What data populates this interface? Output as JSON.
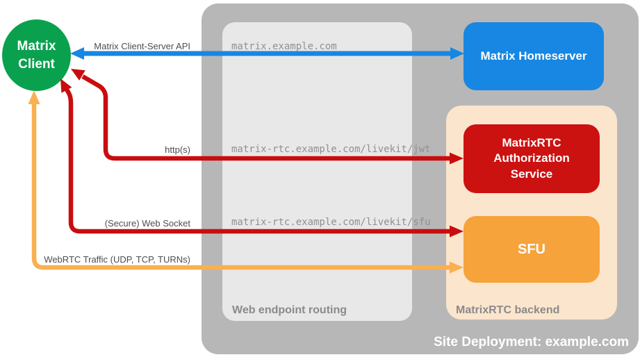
{
  "colors": {
    "container_gray": "#b7b7b7",
    "routing_gray": "#e8e8e8",
    "backend_peach": "#fce5cd",
    "client_green": "#0aa14e",
    "homeserver_blue": "#1787e3",
    "auth_red": "#cc1111",
    "sfu_orange": "#f6a33c",
    "arrow_red": "#c90d0e",
    "arrow_orange": "#f9b050",
    "label_gray": "#4d4d4d",
    "url_gray": "#909090",
    "caption_gray": "#8a8a8a",
    "white": "#ffffff"
  },
  "nodes": {
    "client": {
      "label": "Matrix\nClient"
    },
    "homeserver": {
      "label": "Matrix Homeserver"
    },
    "auth_service": {
      "label": "MatrixRTC\nAuthorization\nService"
    },
    "sfu": {
      "label": "SFU"
    }
  },
  "containers": {
    "site_deployment": {
      "caption": "Site Deployment: example.com"
    },
    "web_endpoint_routing": {
      "caption": "Web endpoint routing"
    },
    "matrixrtc_backend": {
      "caption": "MatrixRTC backend"
    }
  },
  "endpoints": {
    "homeserver": "matrix.example.com",
    "jwt": "matrix-rtc.example.com/livekit/jwt",
    "sfu": "matrix-rtc.example.com/livekit/sfu"
  },
  "arrows": {
    "client_server_api": {
      "label": "Matrix Client-Server API",
      "color": "#1787e3",
      "direction": "bidirectional",
      "from": "Matrix Client",
      "to": "Matrix Homeserver"
    },
    "https": {
      "label": "http(s)",
      "color": "#c90d0e",
      "direction": "bidirectional",
      "from": "Matrix Client",
      "to": "MatrixRTC Authorization Service"
    },
    "websocket": {
      "label": "(Secure) Web Socket",
      "color": "#c90d0e",
      "direction": "bidirectional",
      "from": "Matrix Client",
      "to": "SFU"
    },
    "webrtc": {
      "label": "WebRTC Traffic (UDP, TCP, TURNs)",
      "color": "#f9b050",
      "direction": "bidirectional",
      "from": "Matrix Client",
      "to": "SFU"
    }
  }
}
